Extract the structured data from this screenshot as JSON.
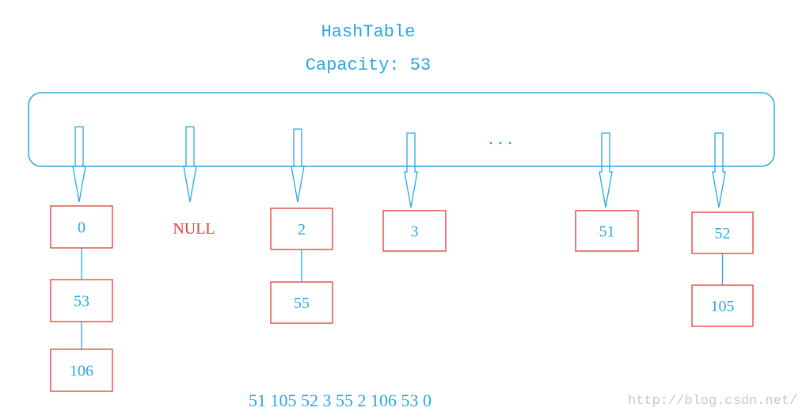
{
  "title": "HashTable",
  "capacity_label": "Capacity: 53",
  "buckets": [
    {
      "nodes": [
        "0",
        "53",
        "106"
      ]
    },
    {
      "null": "NULL"
    },
    {
      "nodes": [
        "2",
        "55"
      ]
    },
    {
      "nodes": [
        "3"
      ]
    },
    {
      "ellipsis": "..."
    },
    {
      "nodes": [
        "51"
      ]
    },
    {
      "nodes": [
        "52",
        "105"
      ]
    }
  ],
  "sequence": "51 105 52 3 55 2 106 53 0",
  "watermark": "http://blog.csdn.net/",
  "colors": {
    "accent": "#29a8e0",
    "node_border": "#e53935",
    "null_text": "#e53935"
  }
}
